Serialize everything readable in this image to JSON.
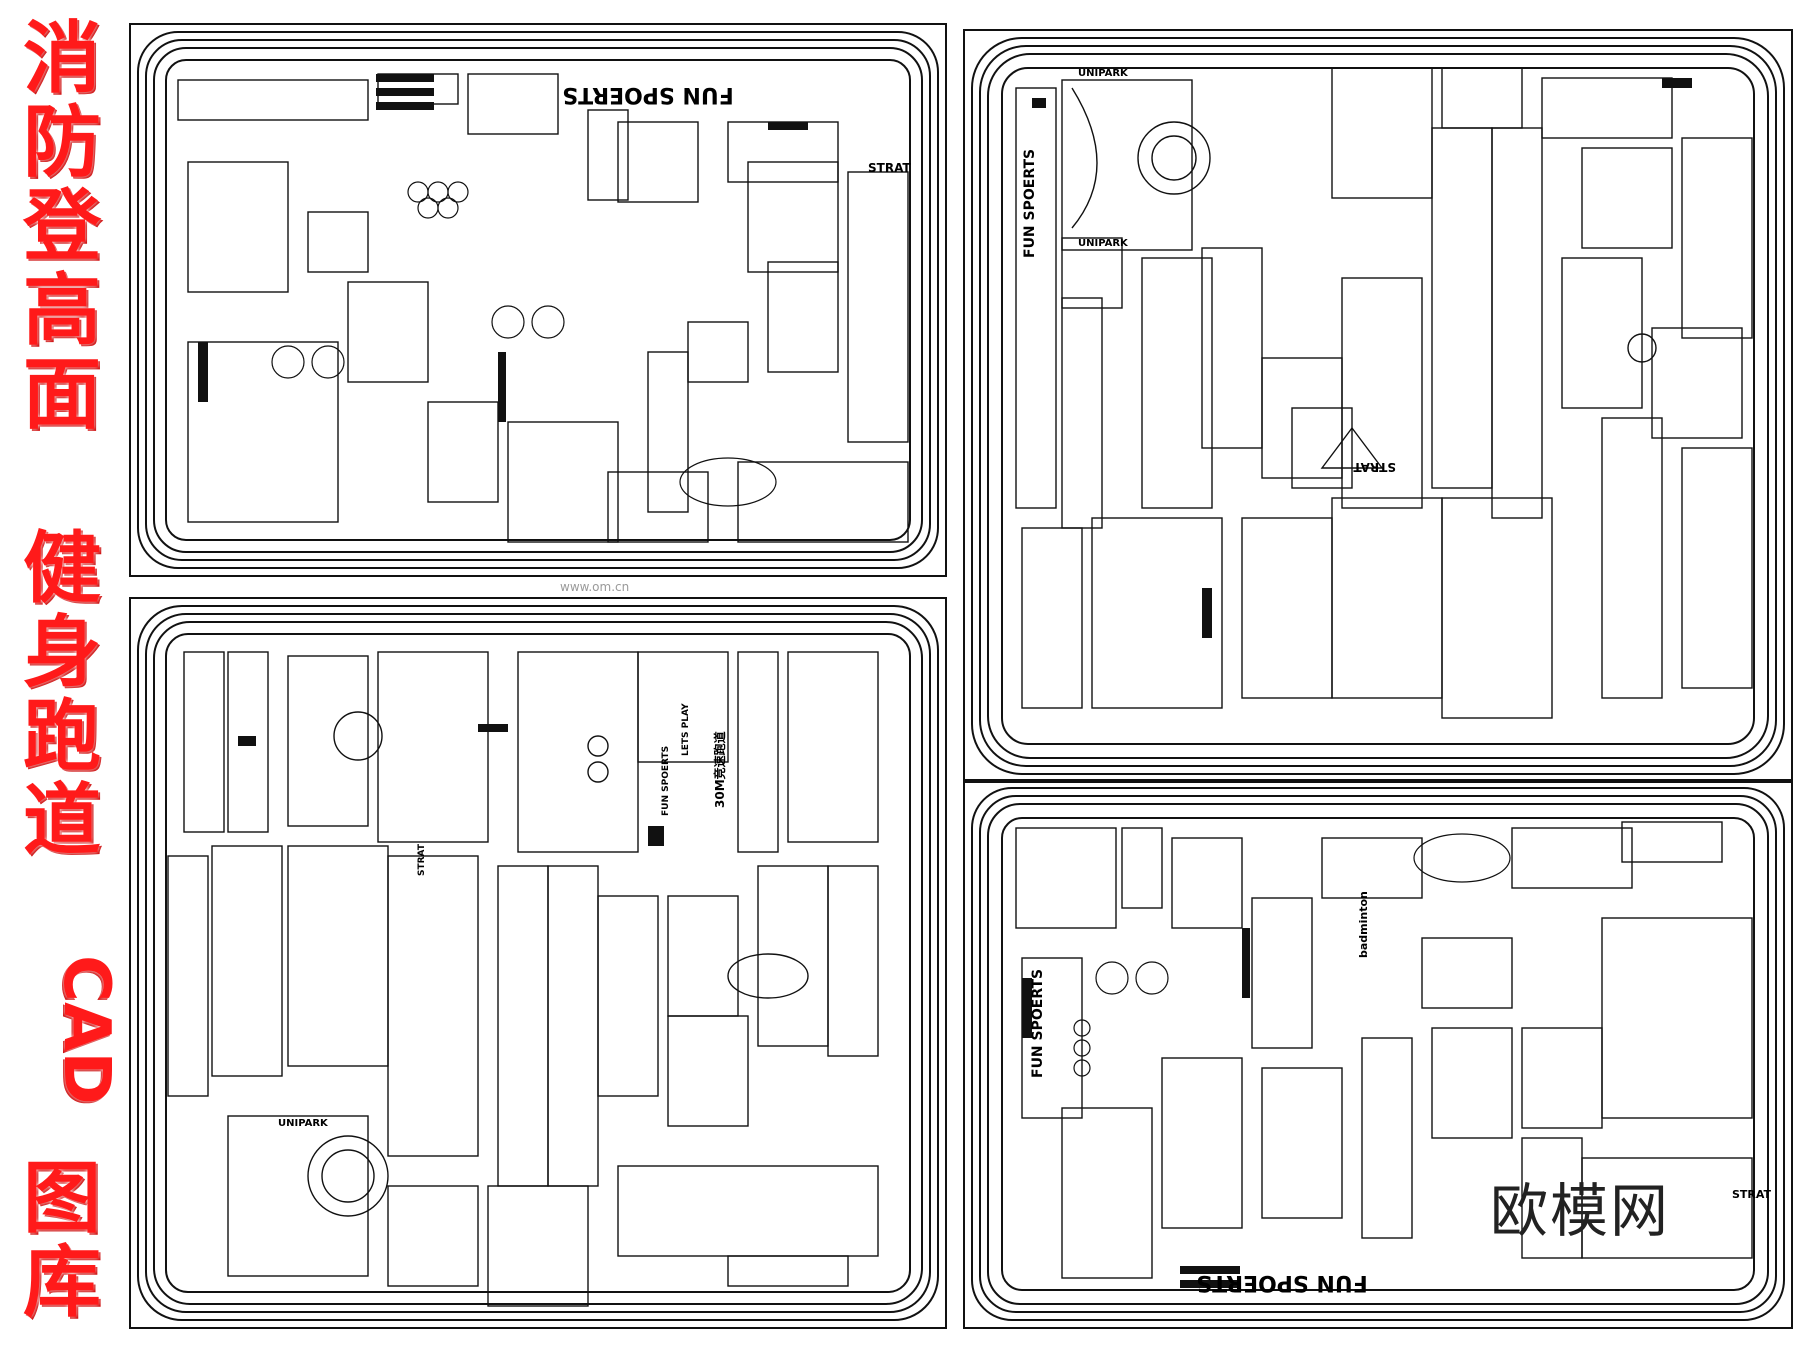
{
  "left_title": {
    "chars": [
      "消",
      "防",
      "登",
      "高",
      "面"
    ],
    "chars2": [
      "健",
      "身",
      "跑",
      "道"
    ],
    "cad": "CAD",
    "chars3": [
      "图",
      "库"
    ]
  },
  "labels": {
    "fun_sports": "FUN SPOERTS",
    "strat": "STRAT",
    "unipark": "UNIPARK",
    "badminton": "badminton",
    "dash": "30M竞速跑道",
    "lets_play": "LETS PLAY"
  },
  "watermark": {
    "text": "欧模网",
    "small": "www.om.cn"
  },
  "colors": {
    "title_red": "#ff1a1a",
    "line": "#111111",
    "background": "#ffffff"
  }
}
